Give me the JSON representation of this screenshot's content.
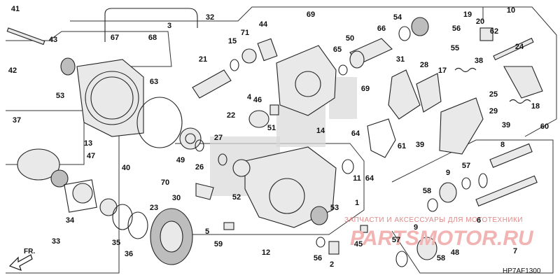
{
  "diagram": {
    "code": "HP7AF1300",
    "front_marker": "FR.",
    "watermark": {
      "line1": "ЗАПЧАСТИ И АКСЕССУАРЫ ДЛЯ МОТОТЕХНИКИ",
      "line2": "PARTSMOTOR.RU"
    },
    "callouts": [
      {
        "id": "41",
        "label": "41"
      },
      {
        "id": "32",
        "label": "32"
      },
      {
        "id": "43",
        "label": "43"
      },
      {
        "id": "67",
        "label": "67"
      },
      {
        "id": "68",
        "label": "68"
      },
      {
        "id": "3",
        "label": "3"
      },
      {
        "id": "42",
        "label": "42"
      },
      {
        "id": "21",
        "label": "21"
      },
      {
        "id": "15",
        "label": "15"
      },
      {
        "id": "71",
        "label": "71"
      },
      {
        "id": "44",
        "label": "44"
      },
      {
        "id": "69a",
        "label": "69"
      },
      {
        "id": "54",
        "label": "54"
      },
      {
        "id": "19",
        "label": "19"
      },
      {
        "id": "10",
        "label": "10"
      },
      {
        "id": "50",
        "label": "50"
      },
      {
        "id": "66",
        "label": "66"
      },
      {
        "id": "20",
        "label": "20"
      },
      {
        "id": "56a",
        "label": "56"
      },
      {
        "id": "62",
        "label": "62"
      },
      {
        "id": "65",
        "label": "65"
      },
      {
        "id": "55",
        "label": "55"
      },
      {
        "id": "24",
        "label": "24"
      },
      {
        "id": "53a",
        "label": "53"
      },
      {
        "id": "63",
        "label": "63"
      },
      {
        "id": "31",
        "label": "31"
      },
      {
        "id": "28",
        "label": "28"
      },
      {
        "id": "38",
        "label": "38"
      },
      {
        "id": "17",
        "label": "17"
      },
      {
        "id": "4",
        "label": "4"
      },
      {
        "id": "46",
        "label": "46"
      },
      {
        "id": "69b",
        "label": "69"
      },
      {
        "id": "25",
        "label": "25"
      },
      {
        "id": "18",
        "label": "18"
      },
      {
        "id": "37",
        "label": "37"
      },
      {
        "id": "22",
        "label": "22"
      },
      {
        "id": "51",
        "label": "51"
      },
      {
        "id": "29",
        "label": "29"
      },
      {
        "id": "14",
        "label": "14"
      },
      {
        "id": "39a",
        "label": "39"
      },
      {
        "id": "60",
        "label": "60"
      },
      {
        "id": "13",
        "label": "13"
      },
      {
        "id": "27",
        "label": "27"
      },
      {
        "id": "64a",
        "label": "64"
      },
      {
        "id": "39b",
        "label": "39"
      },
      {
        "id": "49",
        "label": "49"
      },
      {
        "id": "26",
        "label": "26"
      },
      {
        "id": "61",
        "label": "61"
      },
      {
        "id": "8",
        "label": "8"
      },
      {
        "id": "47",
        "label": "47"
      },
      {
        "id": "40",
        "label": "40"
      },
      {
        "id": "11",
        "label": "11"
      },
      {
        "id": "64b",
        "label": "64"
      },
      {
        "id": "57a",
        "label": "57"
      },
      {
        "id": "9a",
        "label": "9"
      },
      {
        "id": "70",
        "label": "70"
      },
      {
        "id": "52",
        "label": "52"
      },
      {
        "id": "58a",
        "label": "58"
      },
      {
        "id": "30",
        "label": "30"
      },
      {
        "id": "1",
        "label": "1"
      },
      {
        "id": "34",
        "label": "34"
      },
      {
        "id": "23",
        "label": "23"
      },
      {
        "id": "53b",
        "label": "53"
      },
      {
        "id": "5",
        "label": "5"
      },
      {
        "id": "45",
        "label": "45"
      },
      {
        "id": "9b",
        "label": "9"
      },
      {
        "id": "33",
        "label": "33"
      },
      {
        "id": "35",
        "label": "35"
      },
      {
        "id": "36",
        "label": "36"
      },
      {
        "id": "59",
        "label": "59"
      },
      {
        "id": "12",
        "label": "12"
      },
      {
        "id": "56b",
        "label": "56"
      },
      {
        "id": "2",
        "label": "2"
      },
      {
        "id": "57b",
        "label": "57"
      },
      {
        "id": "48",
        "label": "48"
      },
      {
        "id": "58b",
        "label": "58"
      },
      {
        "id": "7",
        "label": "7"
      },
      {
        "id": "6",
        "label": "6"
      }
    ]
  }
}
